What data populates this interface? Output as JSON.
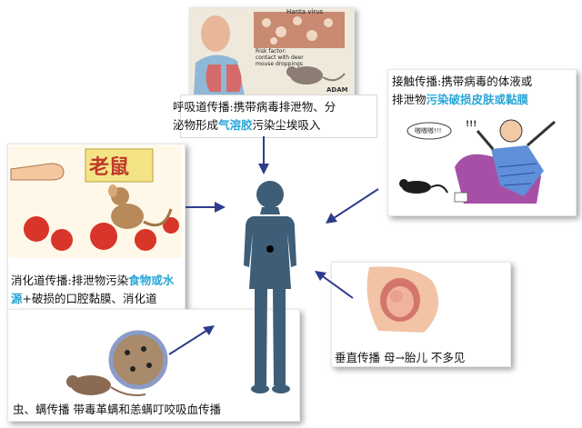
{
  "respiratory": {
    "line1": "呼吸道传播:携带病毒排泄物、分",
    "line2a": "泌物形成",
    "line2b": "气溶胶",
    "line2c": "污染尘埃吸入",
    "image_text": {
      "virus": "Hanta virus",
      "risk": "Risk factor: contact with deer mouse droppings",
      "brand": "ADAM"
    }
  },
  "contact": {
    "line1": "接触传播:携带病毒的体液或",
    "line2a": "排泄物",
    "line2b": "污染破损皮肤或黏膜",
    "image_text": {
      "bubble": "嗷嗷嗷!!!",
      "scream": "!!!"
    }
  },
  "digestive": {
    "line1a": "消化道传播:排泄物污染",
    "line1b": "食物或水",
    "line2a": "源",
    "line2b": "+破损的口腔黏膜、消化道",
    "image_text": {
      "sign": "老鼠"
    }
  },
  "vertical": {
    "label": "垂直传播 母→胎儿 不多见"
  },
  "vector": {
    "label": "虫、螨传播 带毒革螨和恙螨叮咬吸血传播"
  },
  "colors": {
    "arrow": "#2e3c8c",
    "figure": "#3e5e78",
    "highlight": "#2aa6d8"
  }
}
